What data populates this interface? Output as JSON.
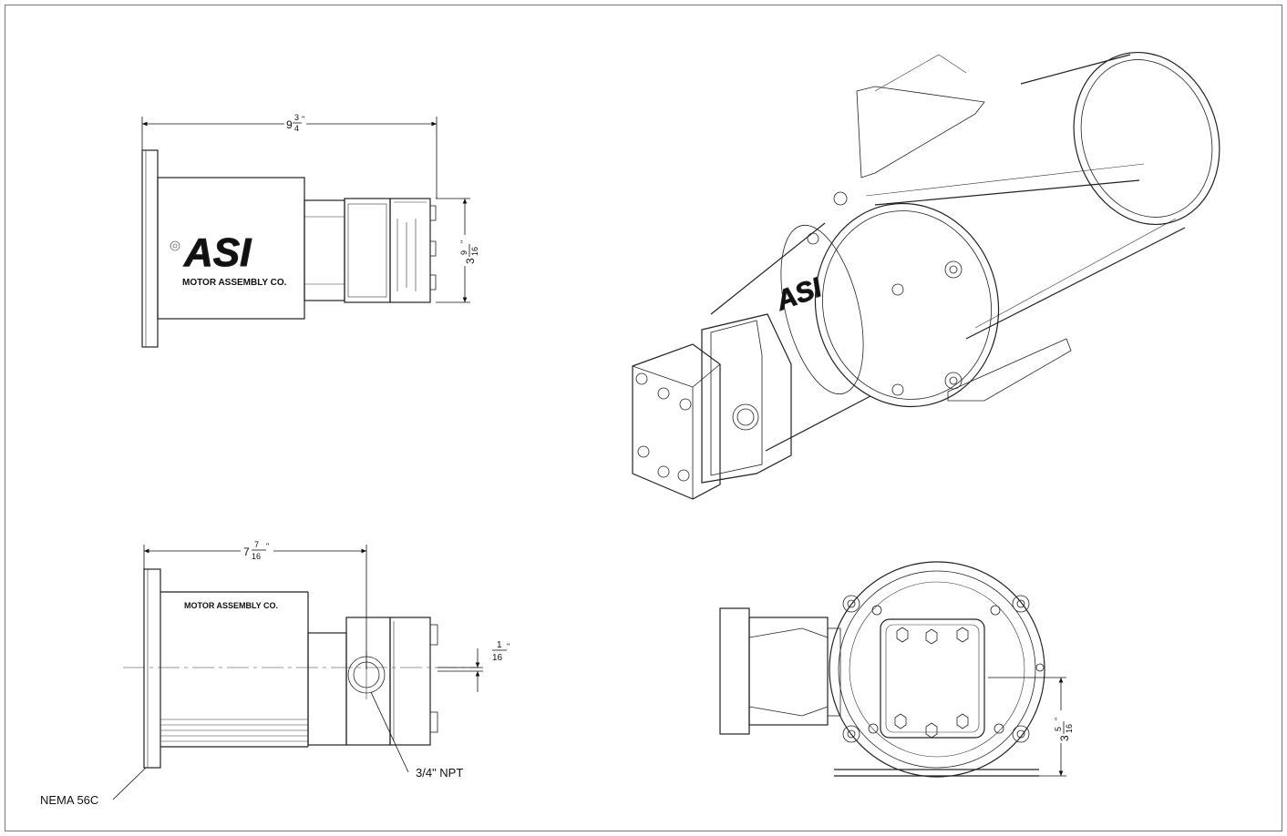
{
  "drawing": {
    "dims": {
      "top_length": {
        "whole": "9",
        "num": "3",
        "den": "4",
        "unit": "\""
      },
      "top_height": {
        "whole": "3",
        "num": "9",
        "den": "16",
        "unit": "\""
      },
      "side_length": {
        "whole": "7",
        "num": "7",
        "den": "16",
        "unit": "\""
      },
      "side_offset": {
        "num": "1",
        "den": "16",
        "unit": "\""
      },
      "end_height": {
        "whole": "3",
        "num": "5",
        "den": "16",
        "unit": "\""
      }
    },
    "callouts": {
      "port": "3/4\" NPT",
      "flange": "NEMA 56C"
    },
    "logo": {
      "text": "ASI",
      "tagline": "MOTOR ASSEMBLY CO."
    }
  },
  "colors": {
    "line": "#222222",
    "background": "#ffffff",
    "frame": "#777777"
  }
}
